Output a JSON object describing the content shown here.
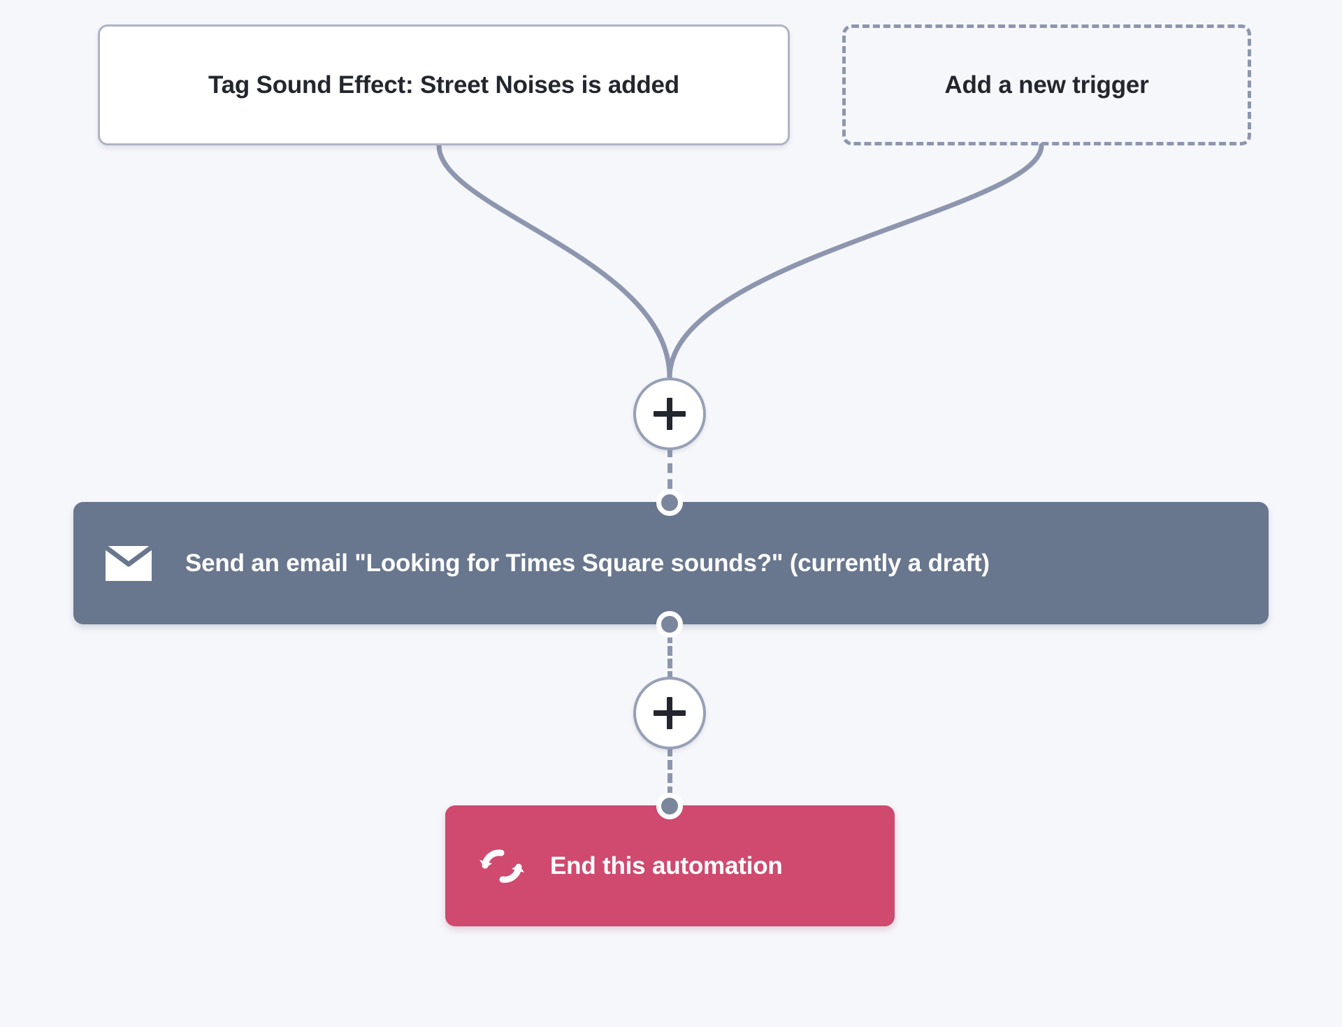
{
  "canvas": {
    "background_color": "#f6f7fb",
    "wire_color": "#8d96ae"
  },
  "triggers": [
    {
      "id": "tag-added-trigger",
      "label": "Tag Sound Effect: Street Noises is added",
      "style": "solid",
      "background_color": "#ffffff",
      "border_color": "#aeb4c4",
      "text_color": "#23262e"
    },
    {
      "id": "add-new-trigger",
      "label": "Add a new trigger",
      "style": "dashed",
      "background_color": "transparent",
      "border_color": "#8d96ae",
      "text_color": "#23262e"
    }
  ],
  "add_step_buttons": [
    {
      "id": "add-step-after-trigger",
      "icon": "plus-icon",
      "label": "+"
    },
    {
      "id": "add-step-after-email",
      "icon": "plus-icon",
      "label": "+"
    }
  ],
  "actions": [
    {
      "id": "send-email-action",
      "icon": "envelope-icon",
      "label": "Send an email \"Looking for Times Square sounds?\" (currently a draft)",
      "background_color": "#68768e",
      "text_color": "#ffffff"
    },
    {
      "id": "end-automation-action",
      "icon": "sync-arrows-icon",
      "label": "End this automation",
      "background_color": "#cf4a6e",
      "text_color": "#ffffff"
    }
  ],
  "connectors": {
    "dot_fill": "#7b869c",
    "dot_ring": "#ffffff",
    "dash_color": "#8d96ae"
  }
}
